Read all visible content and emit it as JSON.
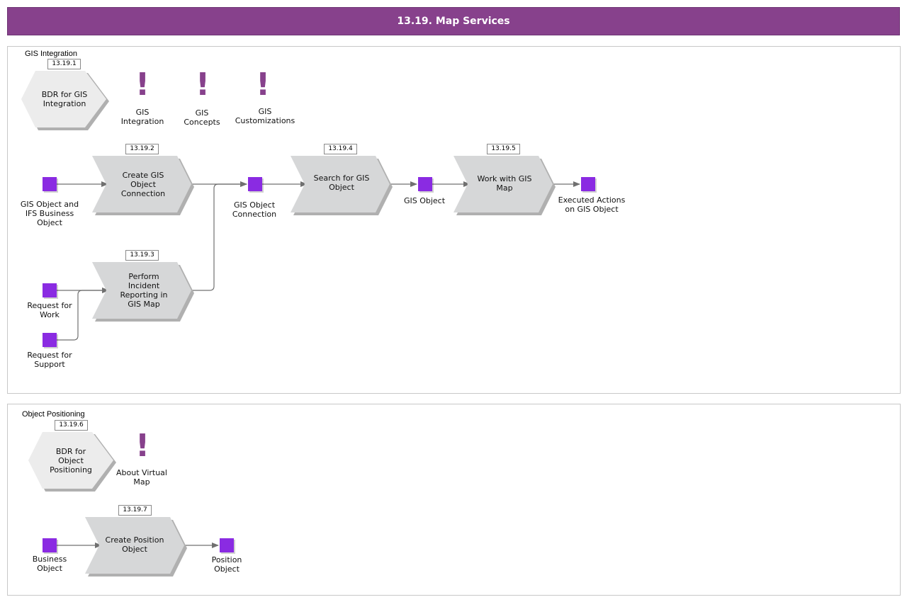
{
  "title": "13.19. Map Services",
  "groups": {
    "gis": {
      "label": "GIS Integration"
    },
    "pos": {
      "label": "Object Positioning"
    }
  },
  "colors": {
    "header": "#87418c",
    "square": "#8a2be2",
    "shape_fill": "#d6d7d8",
    "connector": "#707070",
    "info_icon": "#87418c"
  },
  "nodes": {
    "bdr_gis": {
      "badge": "13.19.1",
      "label": "BDR for GIS Integration"
    },
    "create_gis_conn": {
      "badge": "13.19.2",
      "label": "Create GIS Object Connection"
    },
    "perform_incident": {
      "badge": "13.19.3",
      "label": "Perform Incident Reporting in GIS Map"
    },
    "search_gis": {
      "badge": "13.19.4",
      "label": "Search for GIS Object"
    },
    "work_gis_map": {
      "badge": "13.19.5",
      "label": "Work with GIS Map"
    },
    "bdr_pos": {
      "badge": "13.19.6",
      "label": "BDR for Object Positioning"
    },
    "create_position": {
      "badge": "13.19.7",
      "label": "Create Position Object"
    }
  },
  "infos": {
    "gis_integration": {
      "icon": "exclamation-icon",
      "label": "GIS Integration"
    },
    "gis_concepts": {
      "icon": "exclamation-icon",
      "label": "GIS Concepts"
    },
    "gis_customizations": {
      "icon": "exclamation-icon",
      "label": "GIS Customizations"
    },
    "about_virtual_map": {
      "icon": "exclamation-icon",
      "label": "About Virtual Map"
    }
  },
  "objects": {
    "gis_ifs_obj": {
      "label": "GIS Object and IFS Business Object"
    },
    "request_work": {
      "label": "Request for Work"
    },
    "request_support": {
      "label": "Request for Support"
    },
    "gis_obj_conn": {
      "label": "GIS Object Connection"
    },
    "gis_obj": {
      "label": "GIS Object"
    },
    "executed_actions": {
      "label": "Executed Actions on GIS Object"
    },
    "business_obj": {
      "label": "Business Object"
    },
    "position_obj": {
      "label": "Position Object"
    }
  }
}
